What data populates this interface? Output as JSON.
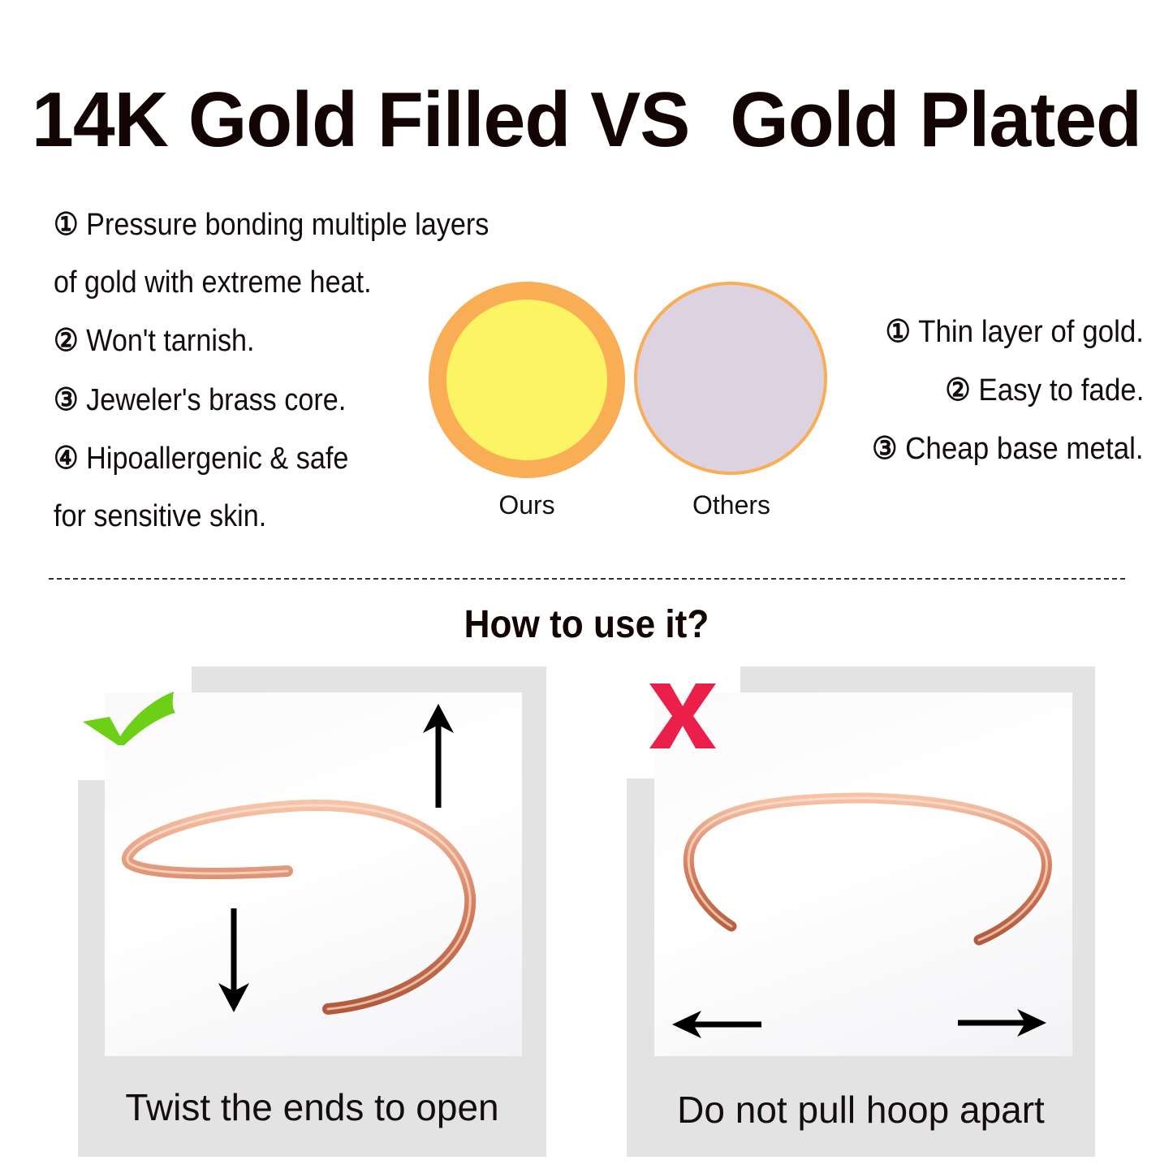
{
  "title": "14K Gold Filled VS  Gold Plated",
  "gold_filled_features": [
    {
      "num": "①",
      "text": "Pressure bonding multiple layers"
    },
    {
      "num": "",
      "text": "of gold with extreme heat."
    },
    {
      "num": "②",
      "text": "Won't tarnish."
    },
    {
      "num": "③",
      "text": "Jeweler's brass core."
    },
    {
      "num": "④",
      "text": "Hipoallergenic & safe"
    },
    {
      "num": "",
      "text": "for sensitive skin."
    }
  ],
  "gold_plated_features": [
    {
      "num": "①",
      "text": "Thin layer of gold."
    },
    {
      "num": "②",
      "text": "Easy to fade."
    },
    {
      "num": "③",
      "text": "Cheap base metal."
    }
  ],
  "comparison": {
    "ours": {
      "label": "Ours",
      "outer_color": "#f9ad55",
      "inner_color": "#fcf463"
    },
    "others": {
      "label": "Others",
      "outer_color": "#f9ad55",
      "inner_color": "#dcd2e0"
    }
  },
  "how_to": {
    "heading": "How to use it?",
    "correct": {
      "caption": "Twist the ends to open",
      "icon": "check-icon",
      "icon_color": "#6ed016"
    },
    "incorrect": {
      "caption": "Do not pull hoop apart",
      "icon": "x-icon",
      "icon_color": "#ea1f4a"
    }
  }
}
